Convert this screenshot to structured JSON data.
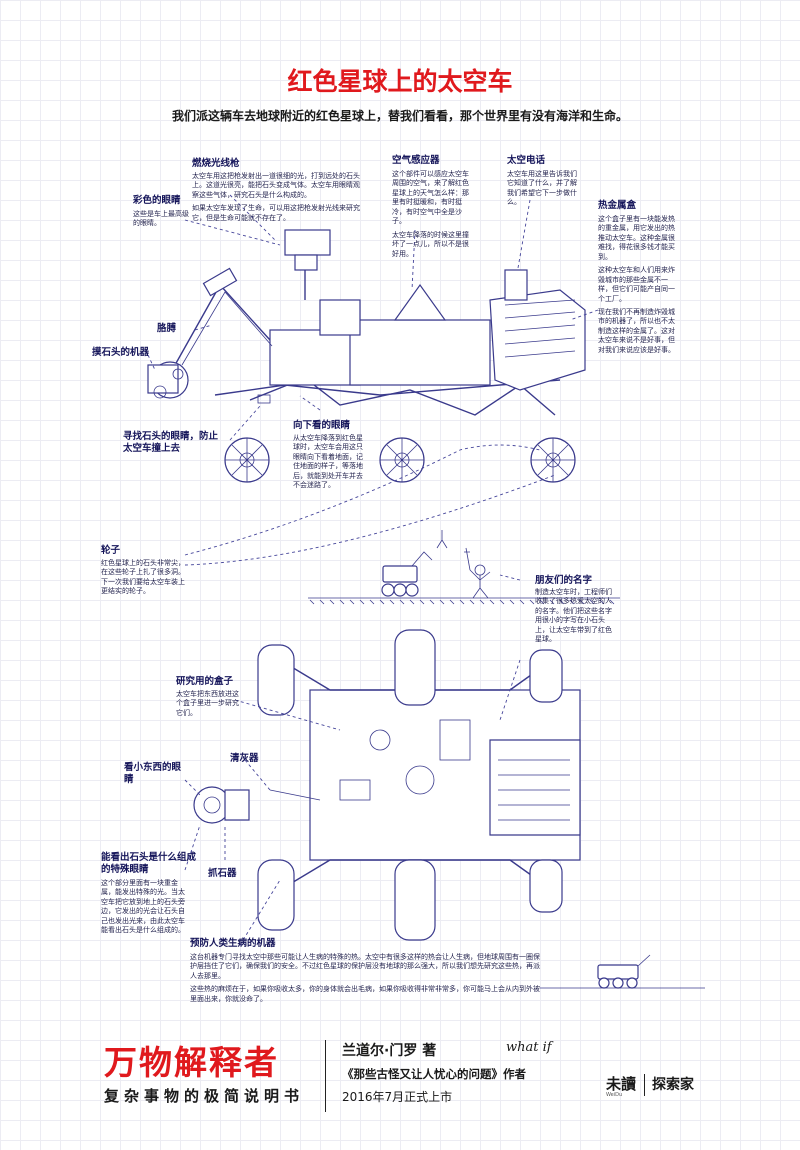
{
  "header": {
    "title": "红色星球上的太空车",
    "subtitle": "我们派这辆车去地球附近的红色星球上，替我们看看，那个世界里有没有海洋和生命。"
  },
  "labels": [
    {
      "id": "laser",
      "title": "燃烧光线枪",
      "body": [
        "太空车用这把枪发射出一道很细的光，打到远处的石头上。这道光很亮，能把石头变成气体。太空车用眼睛观察这些气体，研究石头是什么构成的。",
        "如果太空车发现了生命，可以用这把枪发射光线来研究它，但是生命可能就不存在了。"
      ]
    },
    {
      "id": "color-eyes",
      "title": "彩色的眼睛",
      "body": [
        "这些是车上最高级的眼睛。"
      ]
    },
    {
      "id": "air",
      "title": "空气感应器",
      "body": [
        "这个部件可以感应太空车周围的空气，来了解红色星球上的天气怎么样：那里有时挺暖和，有时挺冷，有时空气中全是沙子。",
        "太空车降落的时候这里撞坏了一点儿，所以不是很好用。"
      ]
    },
    {
      "id": "phone",
      "title": "太空电话",
      "body": [
        "太空车用这里告诉我们它知道了什么，并了解我们希望它下一步做什么。"
      ]
    },
    {
      "id": "heat",
      "title": "热金属盒",
      "body": [
        "这个盒子里有一块能发热的重金属，用它发出的热推动太空车。这种金属很难找，得花很多钱才能买到。",
        "这种太空车和人们用来炸毁城市的那些金属不一样，但它们可能产自同一个工厂。",
        "现在我们不再制造炸毁城市的机器了，所以也不太制造这样的金属了。这对太空车来说不是好事，但对我们来说应该是好事。"
      ]
    },
    {
      "id": "arm",
      "title": "胳膊",
      "body": []
    },
    {
      "id": "grabber",
      "title": "摸石头的机器",
      "body": []
    },
    {
      "id": "down-eyes",
      "title": "向下看的眼睛",
      "body": [
        "从太空车降落到红色星球时，太空车会用这只眼睛向下看着地面，记住地面的样子，等落地后，就能到处开车并去不会迷路了。"
      ]
    },
    {
      "id": "haz-eyes",
      "title": "寻找石头的眼睛，防止太空车撞上去",
      "body": []
    },
    {
      "id": "wheels",
      "title": "轮子",
      "body": [
        "红色星球上的石头非常尖，在这些轮子上扎了很多洞。下一次我们要给太空车装上更结实的轮子。"
      ]
    },
    {
      "id": "friends",
      "title": "朋友们的名字",
      "body": [
        "制造太空车时，工程师们收集了很多热爱太空的人的名字。他们把这些名字用很小的字写在小石头上，让太空车带到了红色星球。"
      ]
    },
    {
      "id": "research-box",
      "title": "研究用的盒子",
      "body": [
        "太空车把东西放进这个盒子里进一步研究它们。"
      ]
    },
    {
      "id": "brush",
      "title": "清灰器",
      "body": []
    },
    {
      "id": "small-eyes",
      "title": "看小东西的眼睛",
      "body": []
    },
    {
      "id": "special-eyes",
      "title": "能看出石头是什么组成的特殊眼睛",
      "body": [
        "这个部分里面有一块重金属，能发出特殊的光。当太空车把它放到地上的石头旁边，它发出的光会让石头自己也发出光来，由此太空车能看出石头是什么组成的。"
      ]
    },
    {
      "id": "drill",
      "title": "抓石器",
      "body": []
    },
    {
      "id": "radiation",
      "title": "预防人类生病的机器",
      "body": [
        "这台机器专门寻找太空中那些可能让人生病的特殊的热。太空中有很多这样的热会让人生病，但地球周围有一圈保护层挡住了它们，确保我们的安全。不过红色星球的保护层没有地球的那么强大，所以我们想先研究这些热，再派人去那里。",
        "这些热的麻烦在于，如果你吸收太多，你的身体就会出毛病，如果你吸收得非常非常多，你可能马上会从内到外被里面出来，你就没命了。"
      ]
    }
  ],
  "footer": {
    "book_title": "万物解释者",
    "book_subtitle": "复杂事物的极简说明书",
    "author": "兰道尔·门罗 著",
    "related": "《那些古怪又让人忧心的问题》作者",
    "whatif": "what if",
    "release": "2016年7月正式上市",
    "logo_weidu": "未讀",
    "logo_weidu_small": "WeiDu",
    "logo_tansuojia": "探索家"
  }
}
